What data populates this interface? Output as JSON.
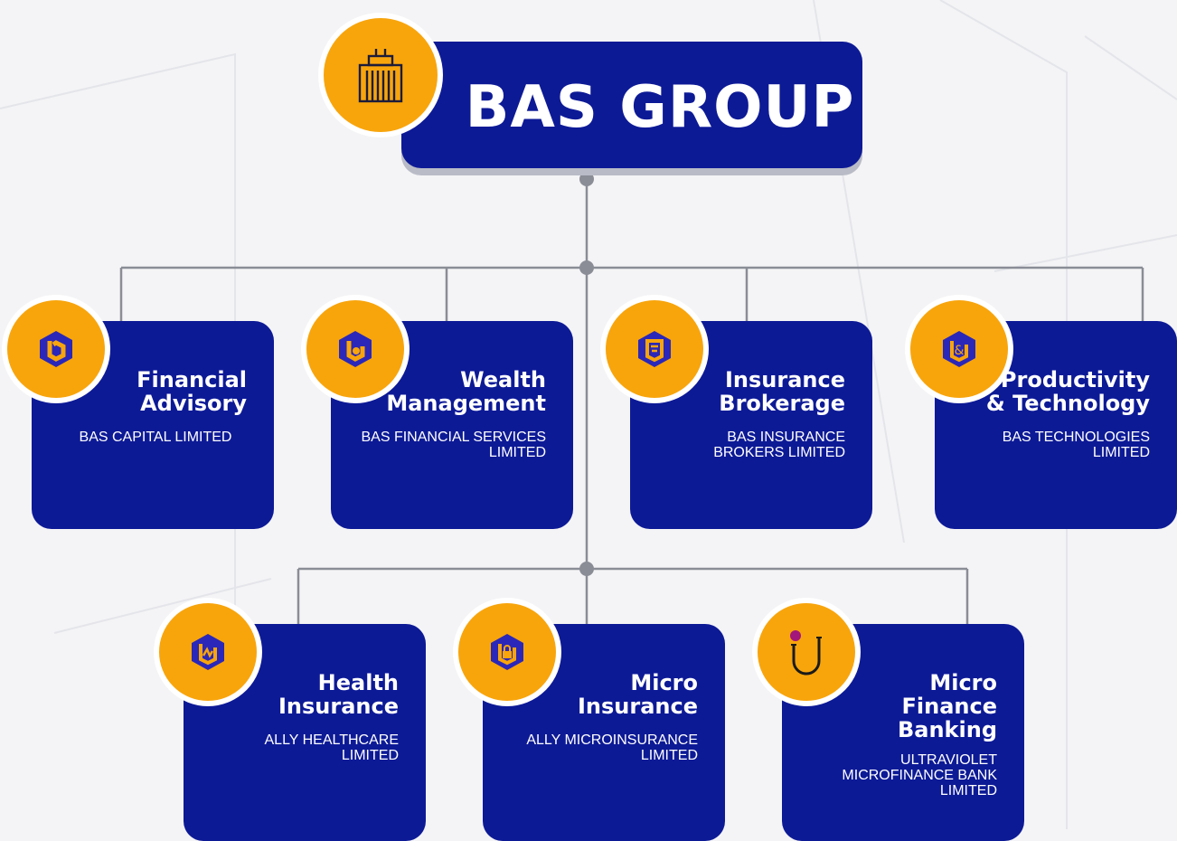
{
  "header": {
    "title": "BAS GROUP",
    "icon": "building-icon"
  },
  "colors": {
    "navy": "#0d1a96",
    "orange": "#f8a50c",
    "connector": "#8a8d96"
  },
  "row1": [
    {
      "title_lines": [
        "Financial",
        "Advisory"
      ],
      "company": "BAS CAPITAL LIMITED",
      "icon": "bas-hexagon-logo-icon"
    },
    {
      "title_lines": [
        "Wealth",
        "Management"
      ],
      "company": "BAS FINANCIAL SERVICES LIMITED",
      "icon": "bas-hexagon-coin-logo-icon"
    },
    {
      "title_lines": [
        "Insurance",
        "Brokerage"
      ],
      "company": "BAS INSURANCE BROKERS LIMITED",
      "icon": "bas-hexagon-shield-logo-icon"
    },
    {
      "title_lines": [
        "Productivity",
        "& Technology"
      ],
      "company": "BAS TECHNOLOGIES LIMITED",
      "icon": "bas-hexagon-ampersand-logo-icon"
    }
  ],
  "row2": [
    {
      "title_lines": [
        "Health",
        "Insurance"
      ],
      "company": "ALLY HEALTHCARE LIMITED",
      "icon": "ally-hexagon-health-logo-icon"
    },
    {
      "title_lines": [
        "Micro",
        "Insurance"
      ],
      "company": "ALLY MICROINSURANCE LIMITED",
      "icon": "ally-hexagon-lock-logo-icon"
    },
    {
      "title_lines": [
        "Micro",
        "Finance",
        "Banking"
      ],
      "company": "ULTRAVIOLET MICROFINANCE BANK LIMITED",
      "icon": "ultraviolet-u-logo-icon"
    }
  ]
}
